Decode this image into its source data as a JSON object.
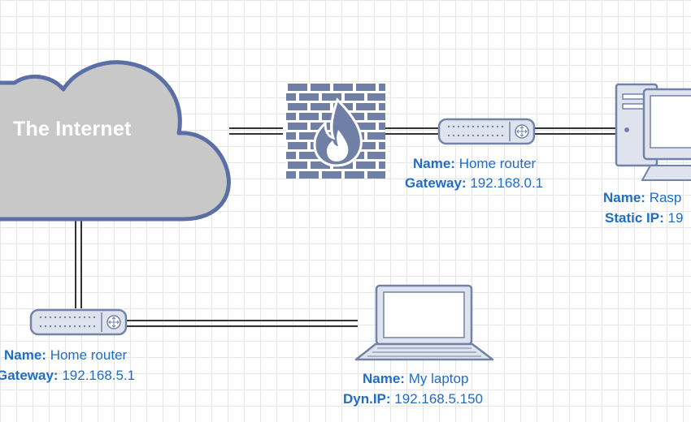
{
  "cloud": {
    "label": "The Internet"
  },
  "home_router_top": {
    "name_key": "Name:",
    "name_value": "Home router",
    "gateway_key": "Gateway:",
    "gateway_value": "192.168.0.1"
  },
  "raspberry": {
    "name_key": "Name:",
    "name_value": "Rasp",
    "ip_key": "Static IP:",
    "ip_value": "19"
  },
  "home_router_bottom": {
    "name_key": "Name:",
    "name_value": "Home router",
    "gateway_key": "Gateway:",
    "gateway_value": "192.168.5.1"
  },
  "laptop": {
    "name_key": "Name:",
    "name_value": "My laptop",
    "ip_key": "Dyn.IP:",
    "ip_value": "192.168.5.150"
  },
  "colors": {
    "label_blue": "#1f6dc4",
    "device_fill": "#dfe3ee",
    "device_stroke": "#7283a8",
    "cloud_fill": "#c8c8c8",
    "cloud_stroke": "#5b6ea6",
    "firewall_fill": "#6f7fa6"
  }
}
